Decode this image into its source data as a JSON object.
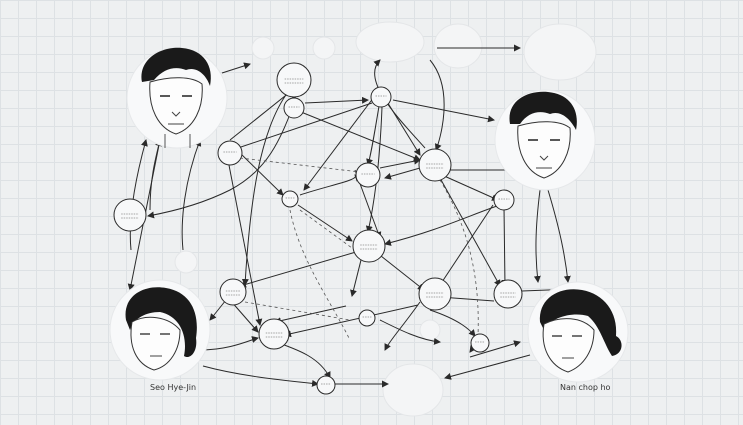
{
  "colors": {
    "background": "#eef0f1",
    "grid": "#dde1e4",
    "line": "#2a2a2a",
    "node_fill": "#f7f8f9",
    "faint_node": "#f3f4f5"
  },
  "portraits": [
    {
      "id": "top-left-man",
      "label": ""
    },
    {
      "id": "top-right-man",
      "label": ""
    },
    {
      "id": "bottom-left-woman",
      "label": "Seo Hye-Jin"
    },
    {
      "id": "bottom-right-woman",
      "label": "Nan chop ho"
    }
  ],
  "nodes": [
    {
      "id": "n1",
      "label": ""
    },
    {
      "id": "n2",
      "label": ""
    },
    {
      "id": "n3",
      "label": ""
    },
    {
      "id": "n4",
      "label": ""
    },
    {
      "id": "n5",
      "label": ""
    },
    {
      "id": "n6",
      "label": ""
    },
    {
      "id": "n7",
      "label": ""
    },
    {
      "id": "n8",
      "label": ""
    },
    {
      "id": "n9",
      "label": ""
    },
    {
      "id": "n10",
      "label": ""
    },
    {
      "id": "n11",
      "label": ""
    },
    {
      "id": "n12",
      "label": ""
    },
    {
      "id": "n13",
      "label": ""
    },
    {
      "id": "n14",
      "label": ""
    },
    {
      "id": "n15",
      "label": ""
    },
    {
      "id": "n16",
      "label": ""
    },
    {
      "id": "n17",
      "label": ""
    },
    {
      "id": "n18",
      "label": ""
    },
    {
      "id": "n19",
      "label": ""
    }
  ]
}
